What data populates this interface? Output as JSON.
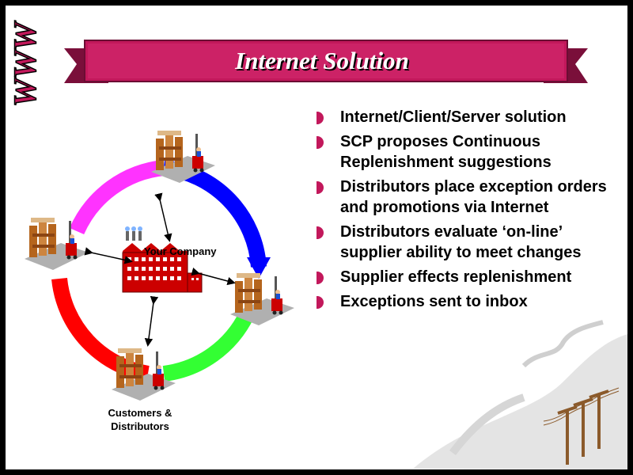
{
  "slide": {
    "logo_text": "WWW",
    "title": "Internet Solution",
    "bullets": [
      "Internet/Client/Server solution",
      "SCP proposes Continuous Replenishment suggestions",
      "Distributors place exception orders and promotions via Internet",
      "Distributors evaluate ‘on-line’ supplier ability to meet changes",
      "Supplier effects replenishment",
      "Exceptions sent to inbox"
    ]
  },
  "diagram": {
    "center_label": "Your Company",
    "bottom_label_line1": "Customers &",
    "bottom_label_line2": "Distributors"
  },
  "colors": {
    "banner": "#c2185b",
    "arc_top_left": "#ff33ff",
    "arc_top_right": "#0000ff",
    "arc_bottom_right": "#33ff33",
    "arc_bottom_left": "#ff0000"
  }
}
